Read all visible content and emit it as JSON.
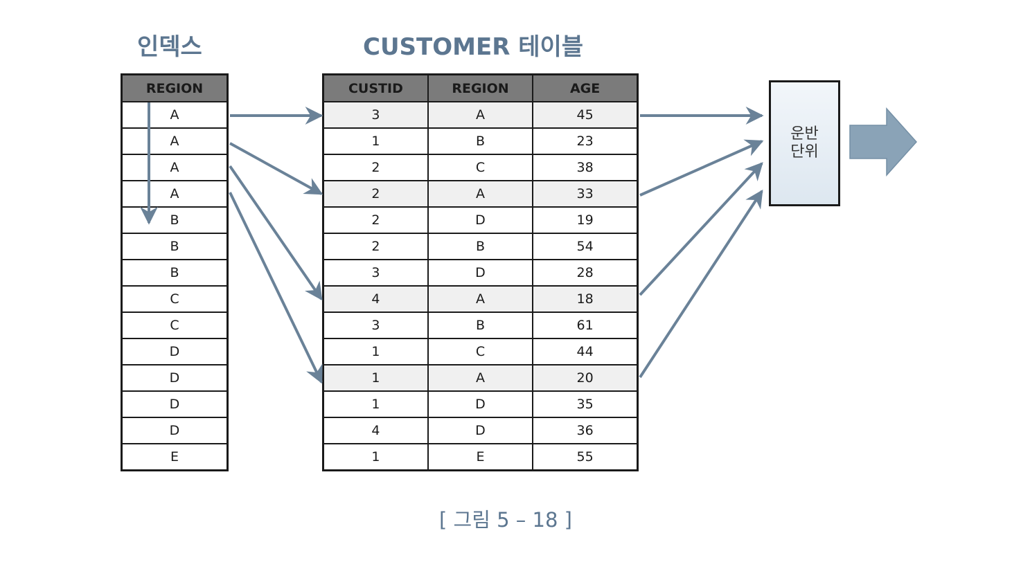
{
  "index": {
    "title": "인덱스",
    "header": "REGION",
    "rows": [
      "A",
      "A",
      "A",
      "A",
      "B",
      "B",
      "B",
      "C",
      "C",
      "D",
      "D",
      "D",
      "D",
      "E"
    ]
  },
  "customer": {
    "title": "CUSTOMER 테이블",
    "headers": [
      "CUSTID",
      "REGION",
      "AGE"
    ],
    "rows": [
      [
        "3",
        "A",
        "45"
      ],
      [
        "1",
        "B",
        "23"
      ],
      [
        "2",
        "C",
        "38"
      ],
      [
        "2",
        "A",
        "33"
      ],
      [
        "2",
        "D",
        "19"
      ],
      [
        "2",
        "B",
        "54"
      ],
      [
        "3",
        "D",
        "28"
      ],
      [
        "4",
        "A",
        "18"
      ],
      [
        "3",
        "B",
        "61"
      ],
      [
        "1",
        "C",
        "44"
      ],
      [
        "1",
        "A",
        "20"
      ],
      [
        "1",
        "D",
        "35"
      ],
      [
        "4",
        "D",
        "36"
      ],
      [
        "1",
        "E",
        "55"
      ]
    ]
  },
  "unit": {
    "line1": "운반",
    "line2": "단위"
  },
  "caption": "[ 그림 5 – 18 ]",
  "colors": {
    "arrow": "#6a8298",
    "header_bg": "#7b7b7b",
    "title": "#5c7690"
  }
}
